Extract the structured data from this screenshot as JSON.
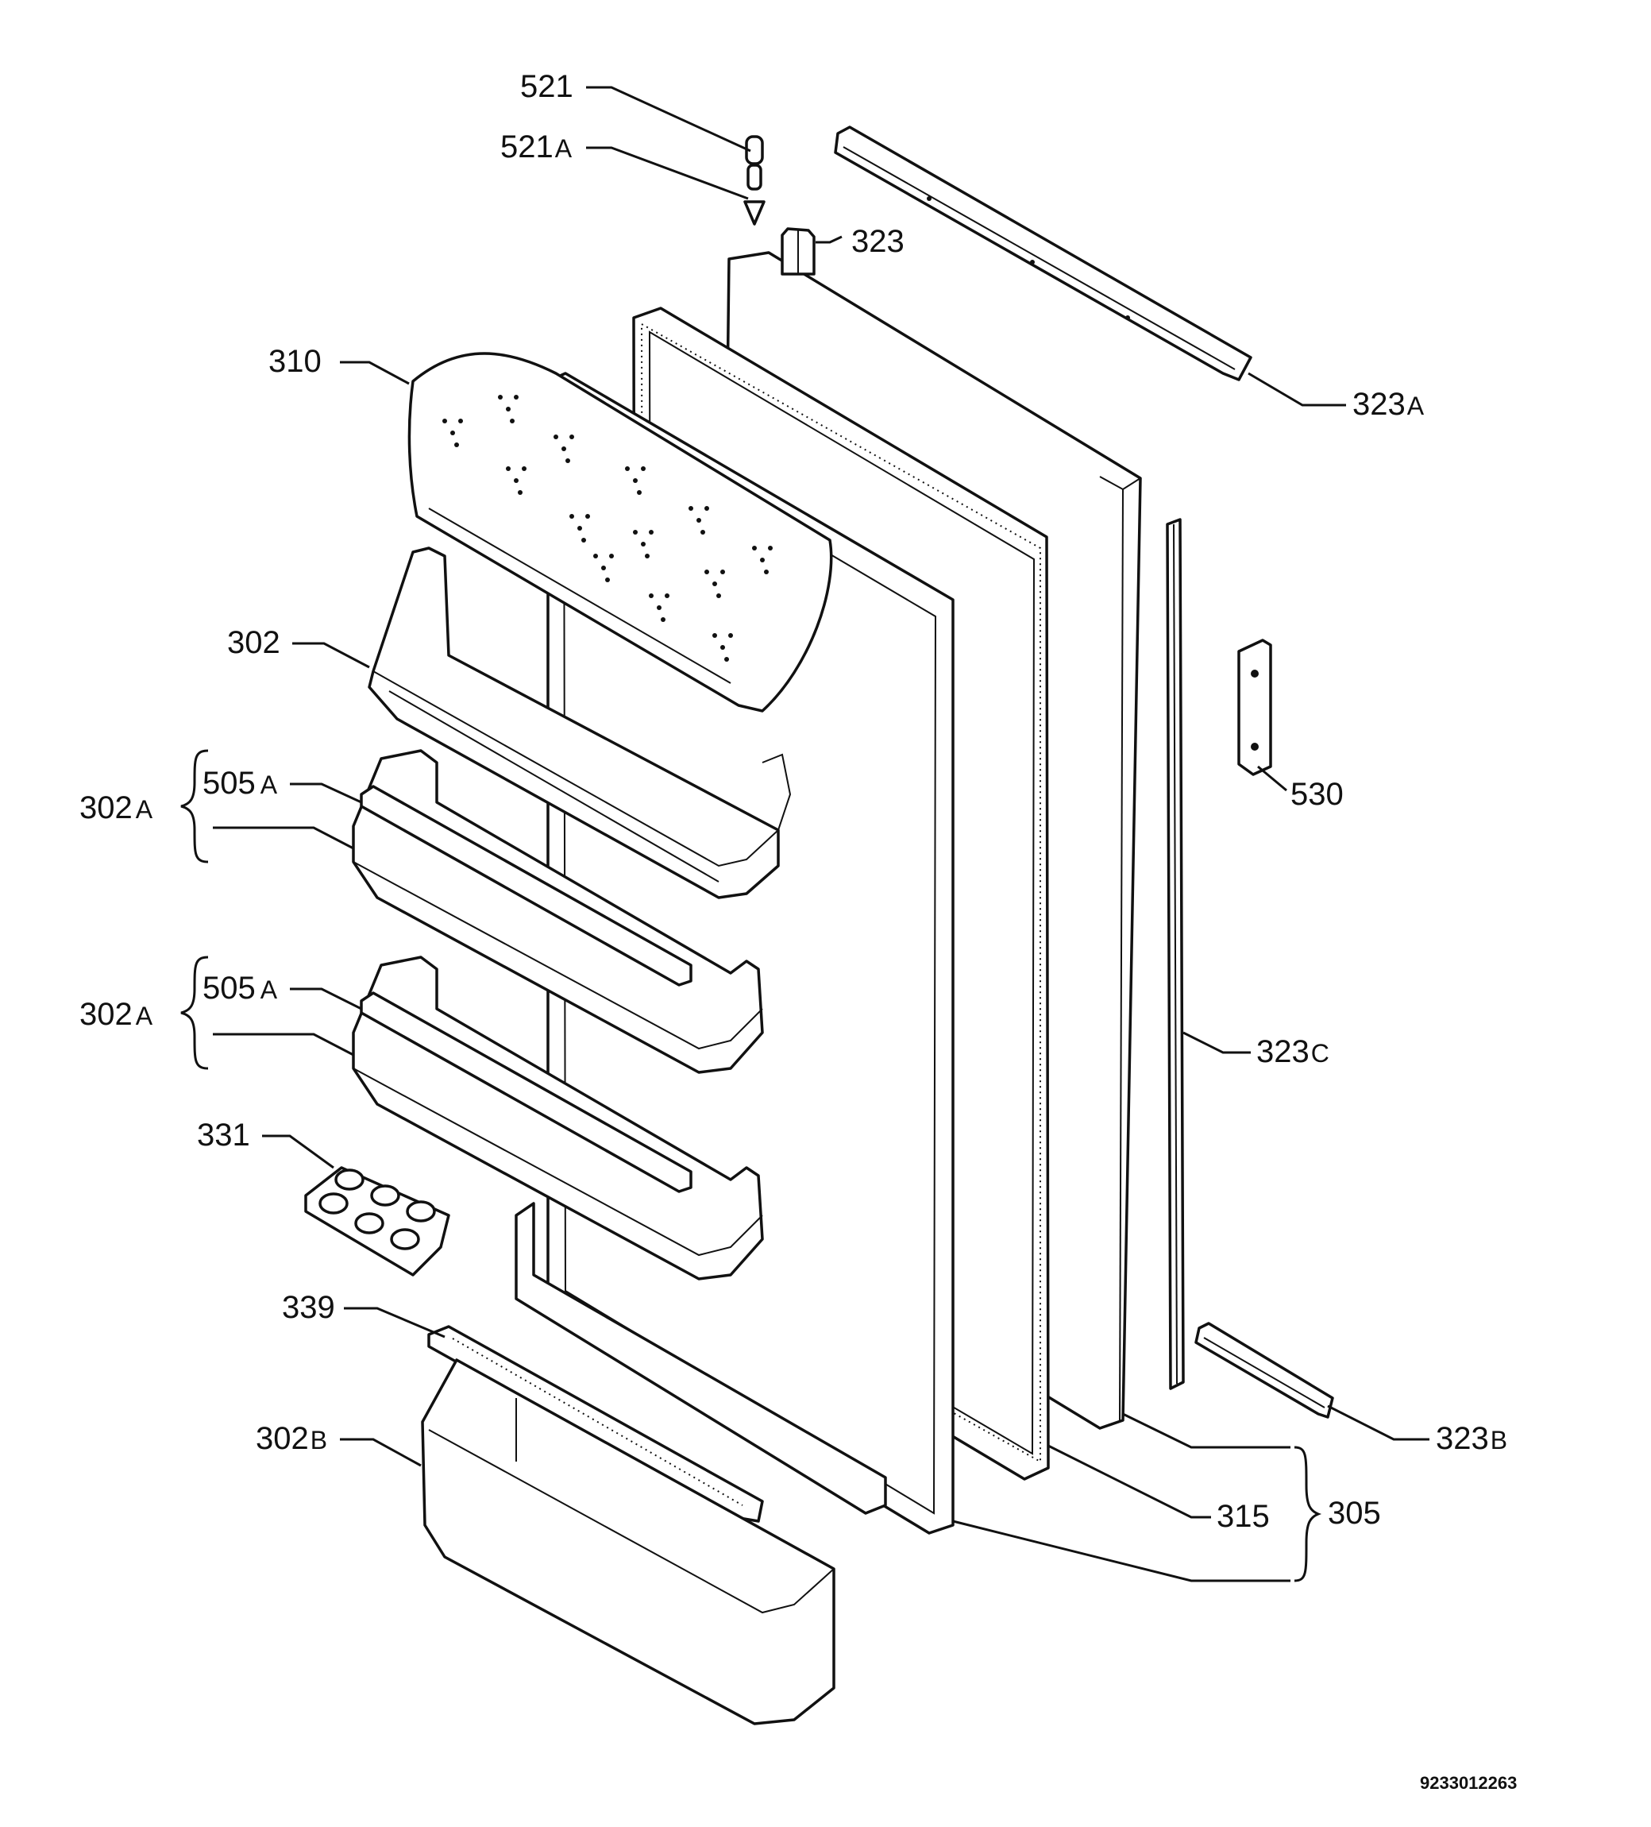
{
  "labels": {
    "p521": "521",
    "p521a_n": "521",
    "p521a_s": "A",
    "p323": "323",
    "p323a_n": "323",
    "p323a_s": "A",
    "p310": "310",
    "p302": "302",
    "p530": "530",
    "p302a1_n": "302",
    "p302a1_s": "A",
    "p505a1_n": "505",
    "p505a1_s": "A",
    "p302a2_n": "302",
    "p302a2_s": "A",
    "p505a2_n": "505",
    "p505a2_s": "A",
    "p323c_n": "323",
    "p323c_s": "C",
    "p331": "331",
    "p339": "339",
    "p302b_n": "302",
    "p302b_s": "B",
    "p323b_n": "323",
    "p323b_s": "B",
    "p315": "315",
    "p305": "305"
  },
  "document_number": "9233012263"
}
